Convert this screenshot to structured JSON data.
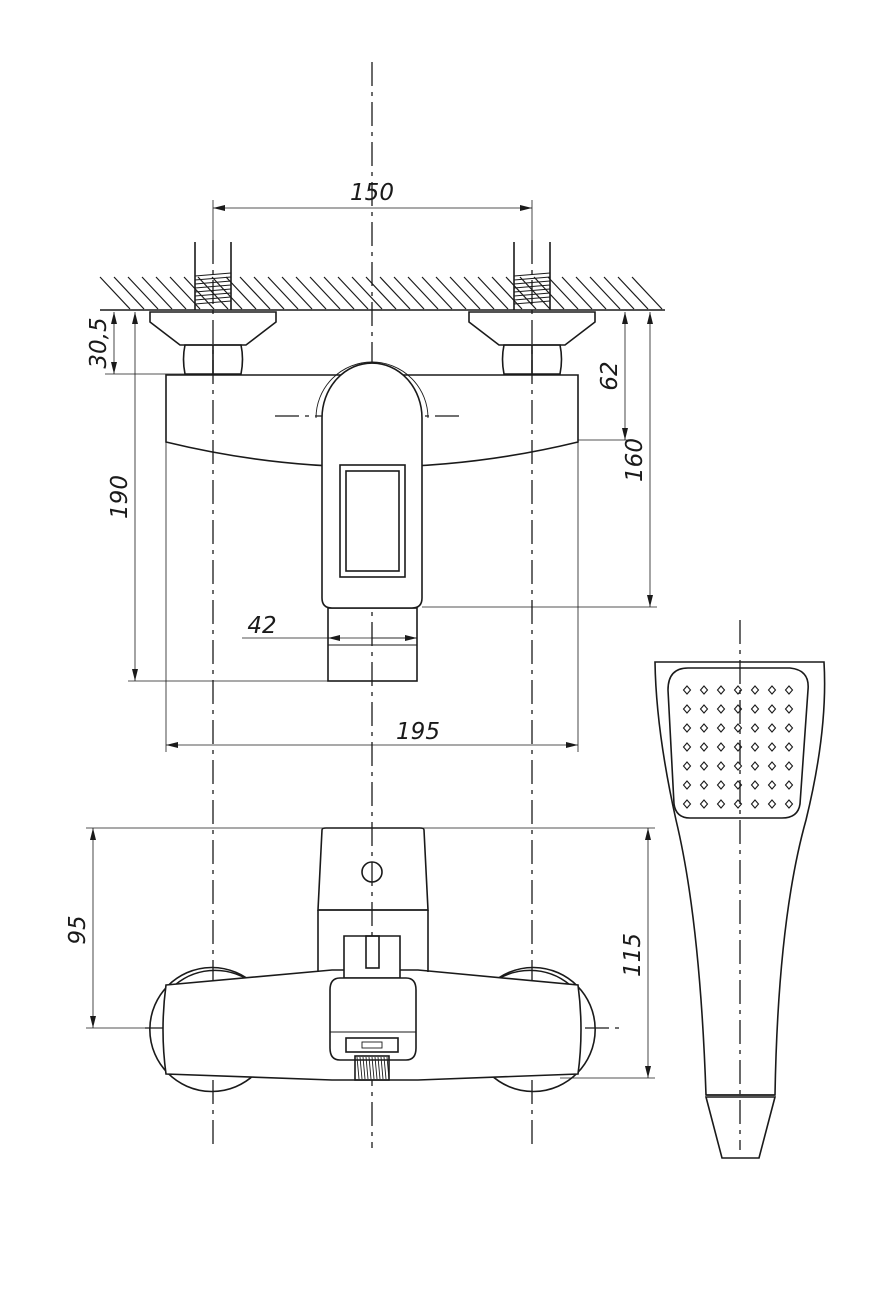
{
  "dimensions": {
    "d150": "150",
    "d30_5": "30,5",
    "d62": "62",
    "d160": "160",
    "d190": "190",
    "d42": "42",
    "d195": "195",
    "d95": "95",
    "d115": "115"
  }
}
